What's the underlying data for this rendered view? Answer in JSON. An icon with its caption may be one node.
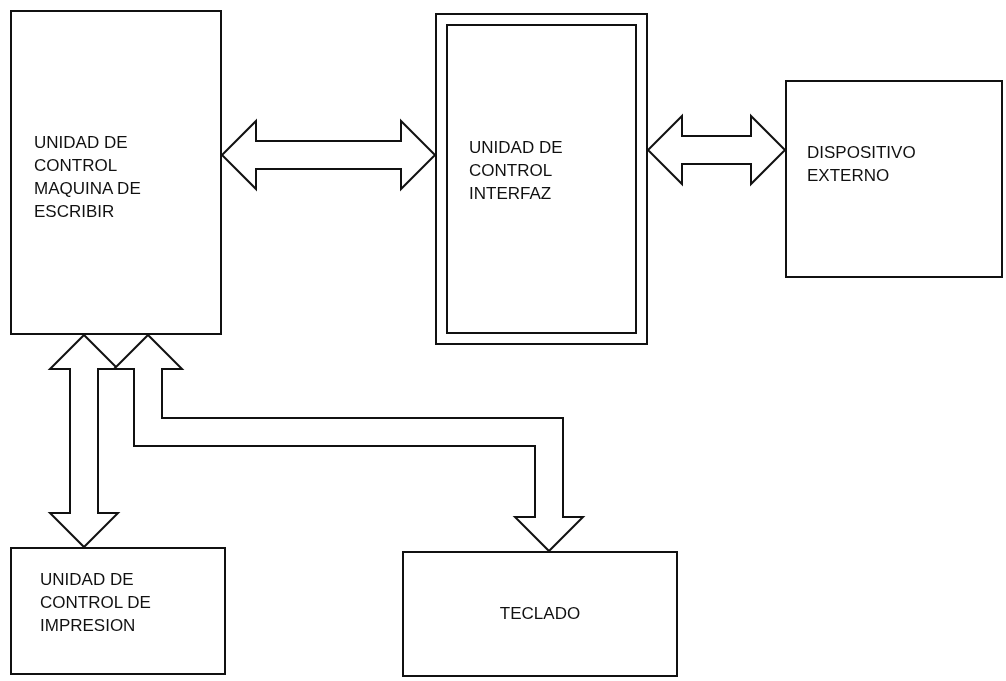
{
  "diagram": {
    "nodes": [
      {
        "text": [
          "UNIDAD DE CONTROL MAQUINA DE ESCRIBIR"
        ]
      },
      {
        "text": [
          "UNIDAD DE CONTROL INTERFAZ"
        ]
      },
      {
        "text": [
          "DISPOSITIVO EXTERNO"
        ]
      },
      {
        "text": [
          "UNIDAD DE CONTROL DE IMPRESION"
        ]
      },
      {
        "text": [
          "TECLADO"
        ]
      }
    ],
    "edges": [
      {
        "from": 0,
        "to": 1,
        "arrow": "both"
      },
      {
        "from": 1,
        "to": 2,
        "arrow": "both"
      },
      {
        "from": 0,
        "to": 3,
        "arrow": "both"
      },
      {
        "from": 0,
        "to": 4,
        "arrow": "both"
      }
    ]
  }
}
